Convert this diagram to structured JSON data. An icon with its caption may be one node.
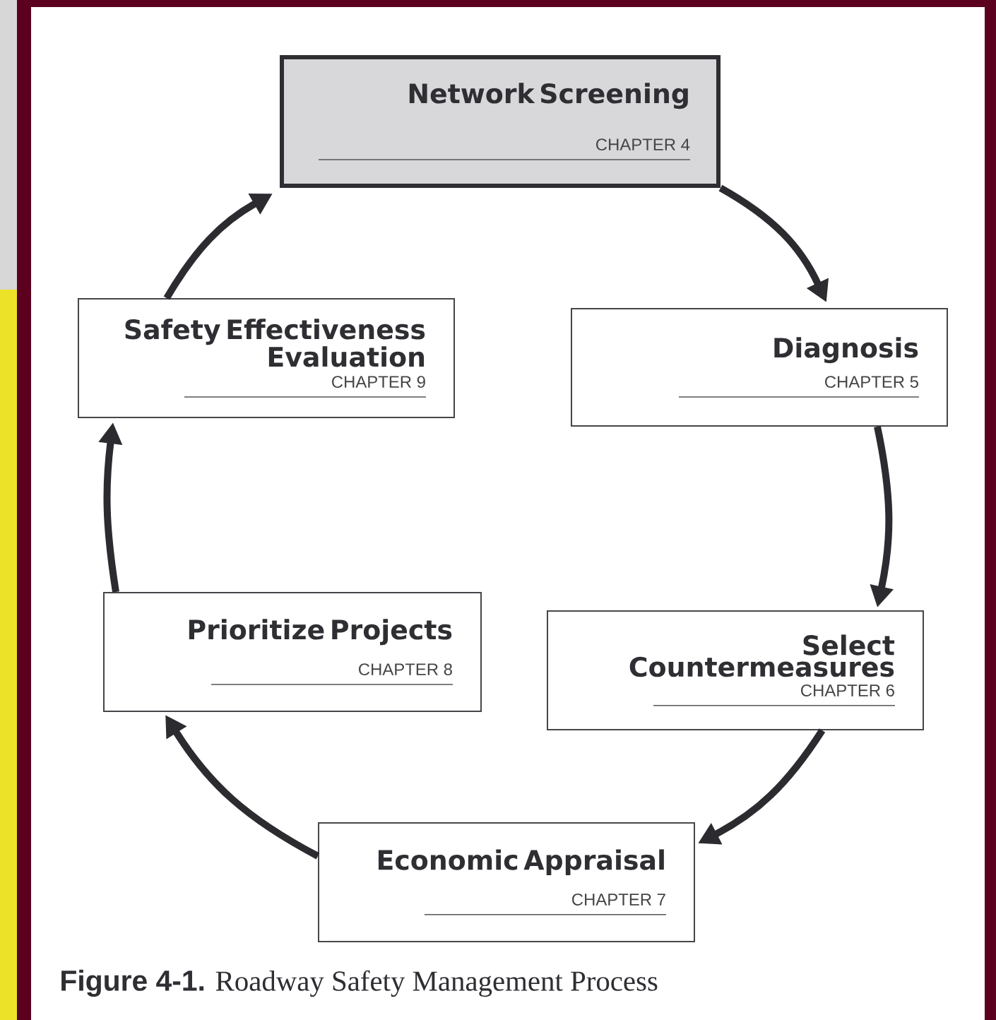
{
  "diagram": {
    "caption": "**Figure 4-1.** Roadway Safety Management Process",
    "nodes": [
      {
        "text": [
          "Network Screening",
          "CHAPTER 4"
        ]
      },
      {
        "text": [
          "Diagnosis",
          "CHAPTER 5"
        ]
      },
      {
        "text": [
          "Select Countermeasures",
          "CHAPTER 6"
        ]
      },
      {
        "text": [
          "Economic Appraisal",
          "CHAPTER 7"
        ]
      },
      {
        "text": [
          "Prioritize Projects",
          "CHAPTER 8"
        ]
      },
      {
        "text": [
          "Safety Effectiveness Evaluation",
          "CHAPTER 9"
        ]
      }
    ],
    "edges": [
      {
        "from": 0,
        "to": 1,
        "arrow": "to"
      },
      {
        "from": 1,
        "to": 2,
        "arrow": "to"
      },
      {
        "from": 2,
        "to": 3,
        "arrow": "to"
      },
      {
        "from": 3,
        "to": 4,
        "arrow": "to"
      },
      {
        "from": 4,
        "to": 5,
        "arrow": "to"
      },
      {
        "from": 5,
        "to": 0,
        "arrow": "to"
      }
    ]
  }
}
